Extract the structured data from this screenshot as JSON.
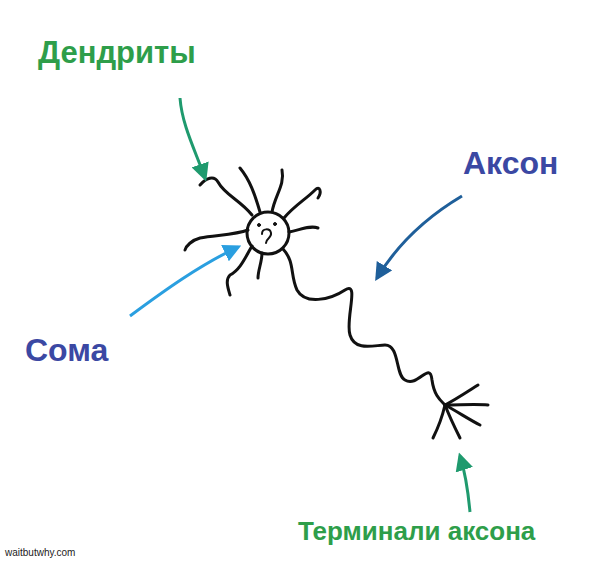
{
  "diagram": {
    "labels": [
      "Дендриты",
      "Аксон",
      "Сома",
      "Терминали аксона",
      "waitbutwhy.com"
    ]
  }
}
